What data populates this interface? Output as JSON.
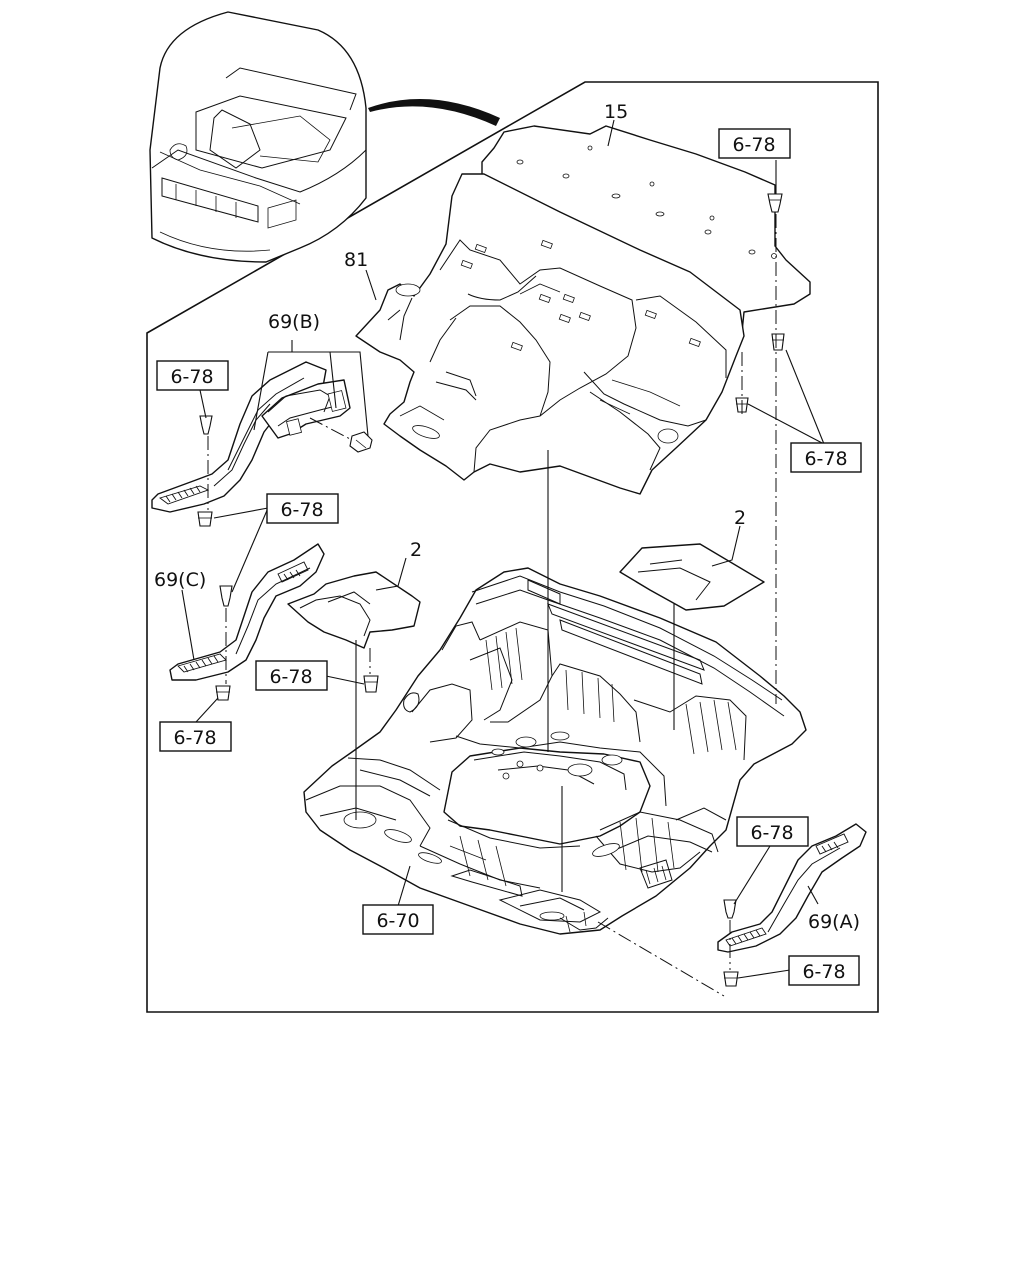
{
  "labels": {
    "part_15": "15",
    "part_81": "81",
    "part_69b": "69(B)",
    "part_69c": "69(C)",
    "part_69a": "69(A)",
    "part_2_left": "2",
    "part_2_right": "2"
  },
  "refs": {
    "r678_top": "6-78",
    "r678_right_mid": "6-78",
    "r678_left_upper": "6-78",
    "r678_left_mid": "6-78",
    "r678_center": "6-78",
    "r678_left_lower": "6-78",
    "r678_right_a_upper": "6-78",
    "r678_right_a_lower": "6-78",
    "r670": "6-70"
  }
}
